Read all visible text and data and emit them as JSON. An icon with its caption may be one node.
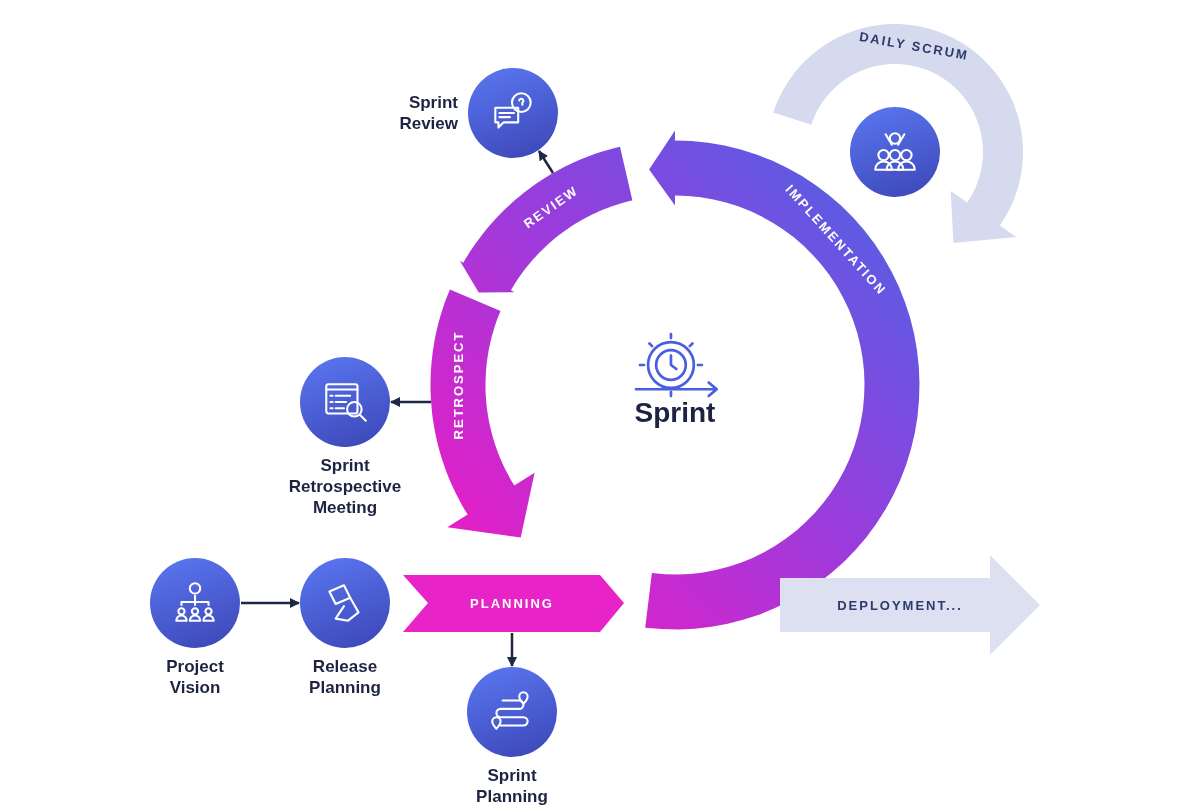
{
  "diagram": {
    "nodes": [
      {
        "text": [
          "Sprint Review"
        ]
      },
      {
        "text": [
          "DAILY SCRUM"
        ]
      },
      {
        "text": [],
        "shape": "circle"
      },
      {
        "text": [
          "REVIEW"
        ]
      },
      {
        "text": [
          "IMPLEMENTATION"
        ]
      },
      {
        "text": [
          "Sprint"
        ]
      },
      {
        "text": [
          "RETROSPECT"
        ]
      },
      {
        "text": [
          "Sprint Retrospective Meeting"
        ]
      },
      {
        "text": [
          "Project Vision"
        ]
      },
      {
        "text": [
          "Release Planning"
        ]
      },
      {
        "text": [
          "PLANNING"
        ]
      },
      {
        "text": [
          "DEPLOYMENT..."
        ]
      },
      {
        "text": [
          "Sprint Planning"
        ]
      }
    ],
    "edges": [
      {
        "from": 8,
        "to": 9,
        "arrow": "to"
      },
      {
        "from": 10,
        "to": 12,
        "arrow": "to"
      },
      {
        "from": 6,
        "to": 7,
        "arrow": "to"
      },
      {
        "from": 3,
        "to": 0,
        "arrow": "to"
      }
    ]
  }
}
